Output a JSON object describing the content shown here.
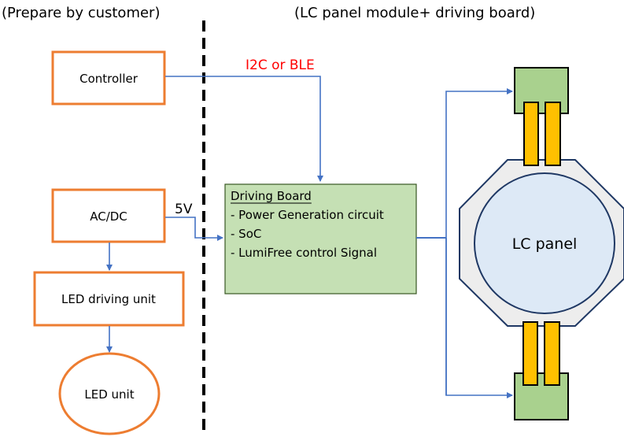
{
  "headers": {
    "left": "(Prepare by customer)",
    "right": "(LC panel module+ driving board)"
  },
  "customer_blocks": {
    "controller": "Controller",
    "acdc": "AC/DC",
    "led_driving_unit": "LED driving unit",
    "led_unit": "LED unit"
  },
  "connections": {
    "controller_to_board": "I2C or BLE",
    "acdc_to_board": "5V"
  },
  "driving_board": {
    "title": "Driving Board",
    "items": [
      "- Power Generation circuit",
      "- SoC",
      "- LumiFree control Signal"
    ]
  },
  "lc_module": {
    "panel_label": "LC panel"
  },
  "colors": {
    "customer_border": "#ed7d31",
    "arrow": "#4472c4",
    "board_fill": "#c5e0b4",
    "connector_fill": "#a9d18e",
    "flex_fill": "#ffc000",
    "octagon_fill": "#ededed",
    "panel_fill": "#dde9f6",
    "panel_border": "#1f3864",
    "protocol_text": "#ff0000"
  }
}
